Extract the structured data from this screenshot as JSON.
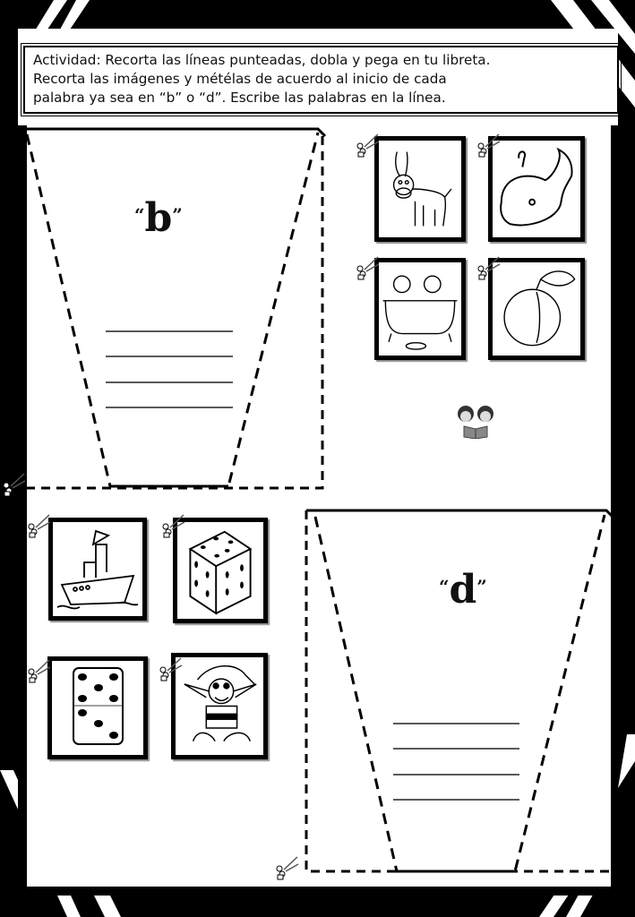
{
  "instructions": {
    "line1": "Actividad: Recorta las líneas punteadas, dobla y pega en tu libreta.",
    "line2": "Recorta las imágenes y métélas de acuerdo al inicio   de cada",
    "line3": "palabra ya sea en “b” o “d”. Escribe las palabras en la línea."
  },
  "pockets": [
    {
      "letter": "b",
      "open_quote": "“",
      "close_quote": "”",
      "write_lines": 4
    },
    {
      "letter": "d",
      "open_quote": "“",
      "close_quote": "”",
      "write_lines": 4
    }
  ],
  "pictures": [
    {
      "name": "burro",
      "icon": "donkey-icon"
    },
    {
      "name": "ballena",
      "icon": "whale-icon"
    },
    {
      "name": "baño",
      "icon": "bathtub-icon"
    },
    {
      "name": "durazno",
      "icon": "peach-icon"
    },
    {
      "name": "barco",
      "icon": "boat-icon"
    },
    {
      "name": "dado",
      "icon": "dice-icon"
    },
    {
      "name": "dominó",
      "icon": "domino-icon"
    },
    {
      "name": "duende",
      "icon": "elf-icon"
    }
  ],
  "decorations": {
    "reading_kids": "children-reading-icon",
    "cut_marker": "scissors-icon"
  },
  "colors": {
    "ink": "#000000",
    "paper": "#ffffff",
    "shadow": "#888888"
  }
}
